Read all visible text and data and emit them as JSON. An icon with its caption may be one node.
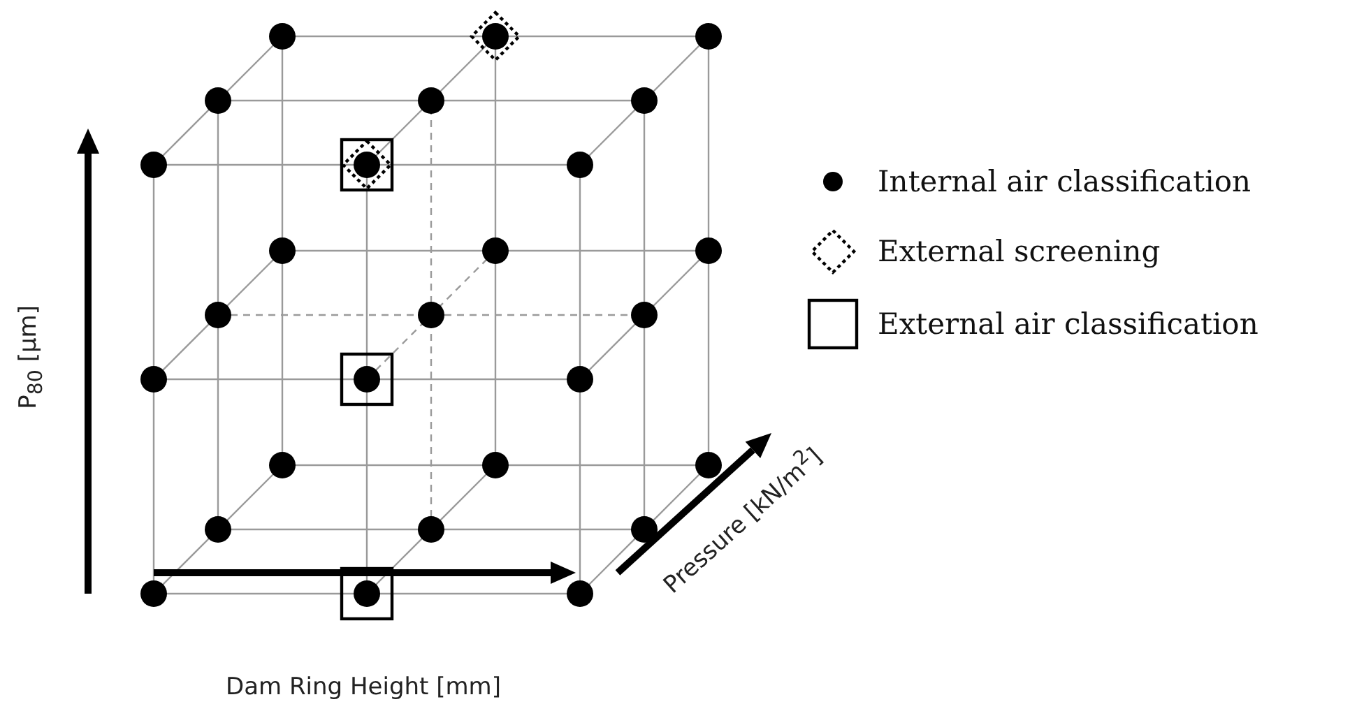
{
  "diagram": {
    "labels": [
      "P$_{80}$ [µm]",
      "Dam Ring Height [mm]",
      "Pressure [kN/m$^{2}$]"
    ],
    "legend": [
      {
        "text": "Internal air classification"
      },
      {
        "text": "External screening"
      },
      {
        "text": "External air classification"
      }
    ]
  }
}
